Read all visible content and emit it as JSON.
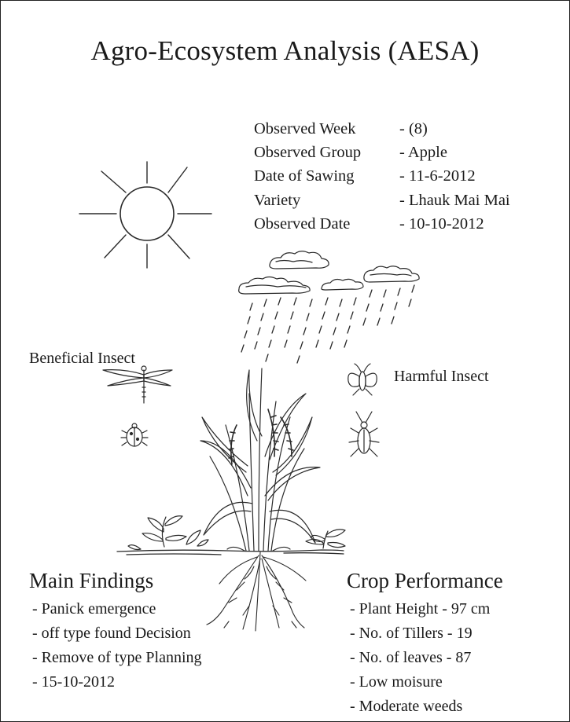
{
  "title": "Agro-Ecosystem Analysis (AESA)",
  "info": [
    {
      "label": "Observed Week",
      "value": "- (8)"
    },
    {
      "label": "Observed Group",
      "value": "- Apple"
    },
    {
      "label": "Date of Sawing",
      "value": "- 11-6-2012"
    },
    {
      "label": "Variety",
      "value": "- Lhauk Mai Mai"
    },
    {
      "label": "Observed Date",
      "value": "- 10-10-2012"
    }
  ],
  "labels": {
    "beneficial_insect": "Beneficial Insect",
    "harmful_insect": "Harmful Insect"
  },
  "main_findings": {
    "title": "Main Findings",
    "items": [
      "- Panick emergence",
      "- off type found Decision",
      "- Remove of type Planning",
      "- 15-10-2012"
    ]
  },
  "crop_performance": {
    "title": "Crop Performance",
    "items": [
      "- Plant Height - 97 cm",
      "- No. of Tillers - 19",
      "- No. of leaves - 87",
      "- Low moisure",
      "- Moderate weeds"
    ]
  },
  "icons": [
    "sun-icon",
    "cloud-icon",
    "rain-icon",
    "dragonfly-icon",
    "ladybird-icon",
    "moth-icon",
    "bug-icon",
    "rice-plant-icon",
    "weed-icon"
  ]
}
